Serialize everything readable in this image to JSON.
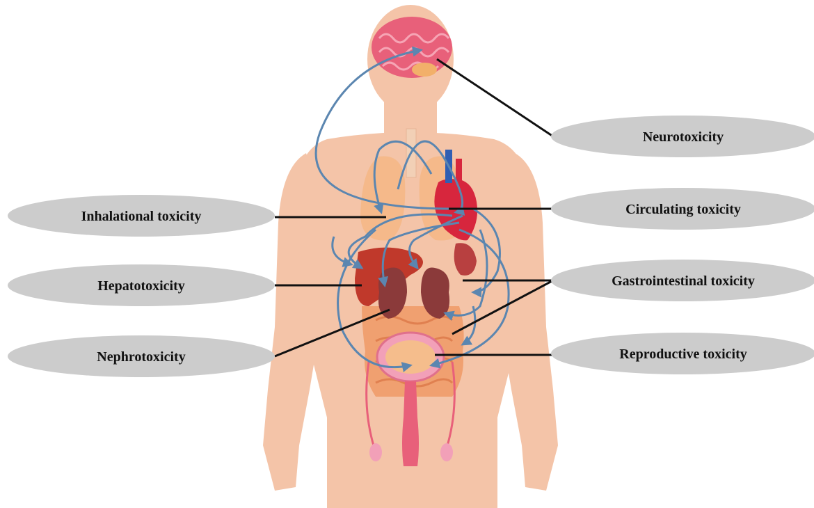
{
  "labels": {
    "neurotoxicity": "Neurotoxicity",
    "circulating": "Circulating toxicity",
    "inhalational": "Inhalational toxicity",
    "hepatotoxicity": "Hepatotoxicity",
    "gastrointestinal": "Gastrointestinal toxicity",
    "nephrotoxicity": "Nephrotoxicity",
    "reproductive": "Reproductive toxicity"
  },
  "colors": {
    "body": "#f4c4a8",
    "brain": "#e8607a",
    "lungs": "#f5b98a",
    "heart": "#d7263d",
    "liver": "#c0392b",
    "kidneys": "#8b3a3a",
    "intestine": "#f0a070",
    "bladder": "#f2a0b8",
    "arrows": "#5b86b0",
    "label_bg": "#cccccc"
  }
}
